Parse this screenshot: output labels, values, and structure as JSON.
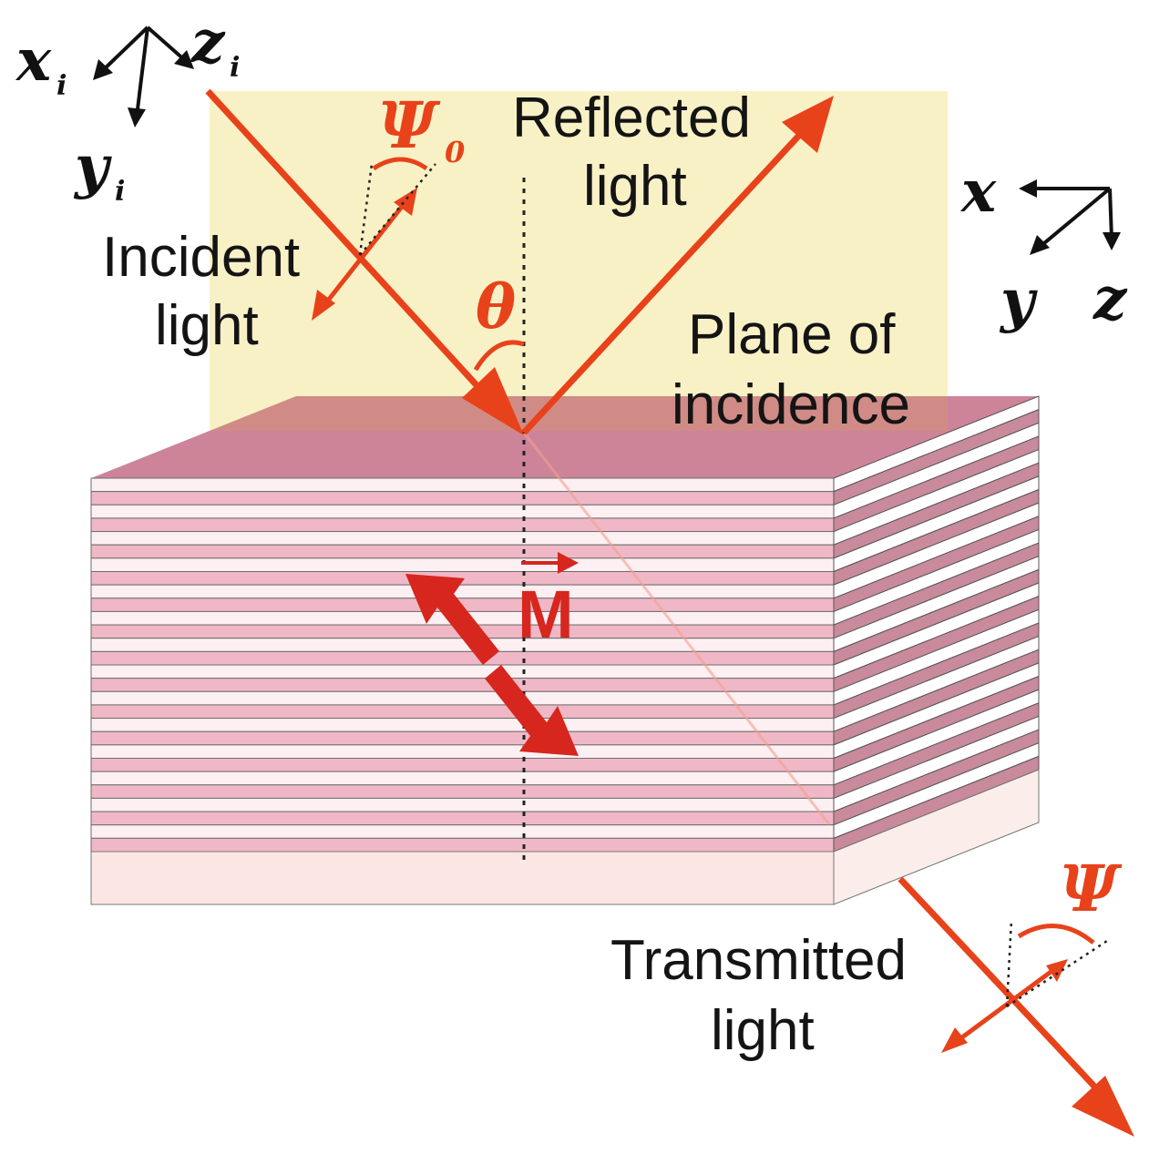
{
  "labels": {
    "incident": [
      "Incident",
      "light"
    ],
    "reflected": [
      "Reflected",
      "light"
    ],
    "transmitted": [
      "Transmitted",
      "light"
    ],
    "plane": [
      "Plane of",
      "incidence"
    ],
    "magnetization": "M",
    "theta": "θ",
    "psi0": "Ψ",
    "psi0_sub": "0",
    "psi": "Ψ"
  },
  "axes_incident": {
    "x": "x",
    "x_sub": "i",
    "y": "y",
    "y_sub": "i",
    "z": "z",
    "z_sub": "i"
  },
  "axes_sample": {
    "x": "x",
    "y": "y",
    "z": "z"
  },
  "colors": {
    "beam": "#e8421a",
    "magnetization": "#d7261e",
    "plane": "#f8efc0",
    "layer_dark": "#f0b8c6",
    "layer_light": "#fdf0f3",
    "top_face": "#c97a8f",
    "substrate": "#fbe6e3"
  }
}
